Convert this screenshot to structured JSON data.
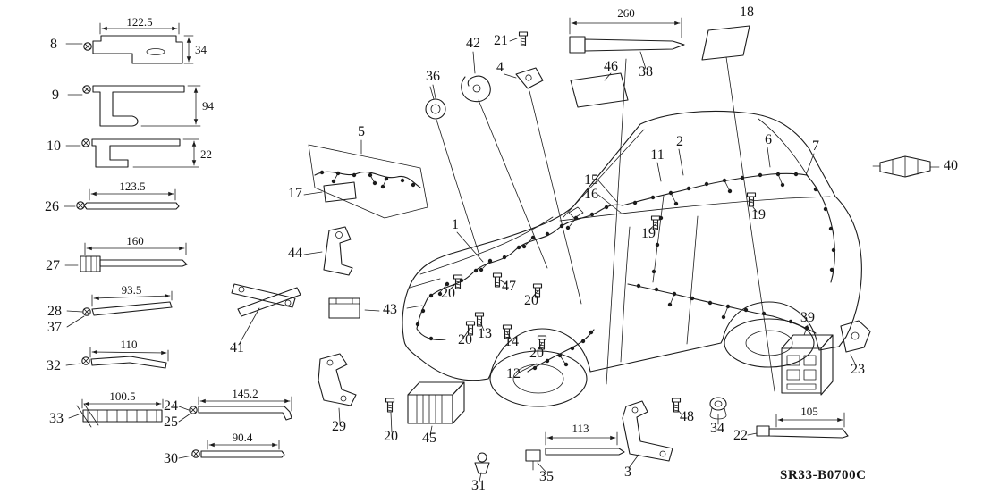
{
  "diagram": {
    "code": "SR33-B0700C",
    "line_color": "#1c1c1c",
    "background": "#ffffff"
  },
  "callouts": {
    "c1": "1",
    "c2": "2",
    "c3": "3",
    "c4": "4",
    "c5": "5",
    "c6": "6",
    "c7": "7",
    "c8": "8",
    "c9": "9",
    "c10": "10",
    "c11": "11",
    "c12": "12",
    "c13": "13",
    "c14": "14",
    "c15": "15",
    "c16": "16",
    "c17": "17",
    "c18": "18",
    "c19": "19",
    "c20": "20",
    "c21": "21",
    "c22": "22",
    "c23": "23",
    "c24": "24",
    "c25": "25",
    "c26": "26",
    "c27": "27",
    "c28": "28",
    "c29": "29",
    "c30": "30",
    "c31": "31",
    "c32": "32",
    "c33": "33",
    "c34": "34",
    "c35": "35",
    "c36": "36",
    "c37": "37",
    "c38": "38",
    "c39": "39",
    "c40": "40",
    "c41": "41",
    "c42": "42",
    "c43": "43",
    "c44": "44",
    "c45": "45",
    "c46": "46",
    "c47": "47",
    "c48": "48"
  },
  "dims": {
    "d122_5": "122.5",
    "d34": "34",
    "d94": "94",
    "d22": "22",
    "d123_5": "123.5",
    "d160": "160",
    "d93_5": "93.5",
    "d110": "110",
    "d100_5": "100.5",
    "d145_2": "145.2",
    "d90_4": "90.4",
    "d260": "260",
    "d113": "113",
    "d105": "105"
  }
}
